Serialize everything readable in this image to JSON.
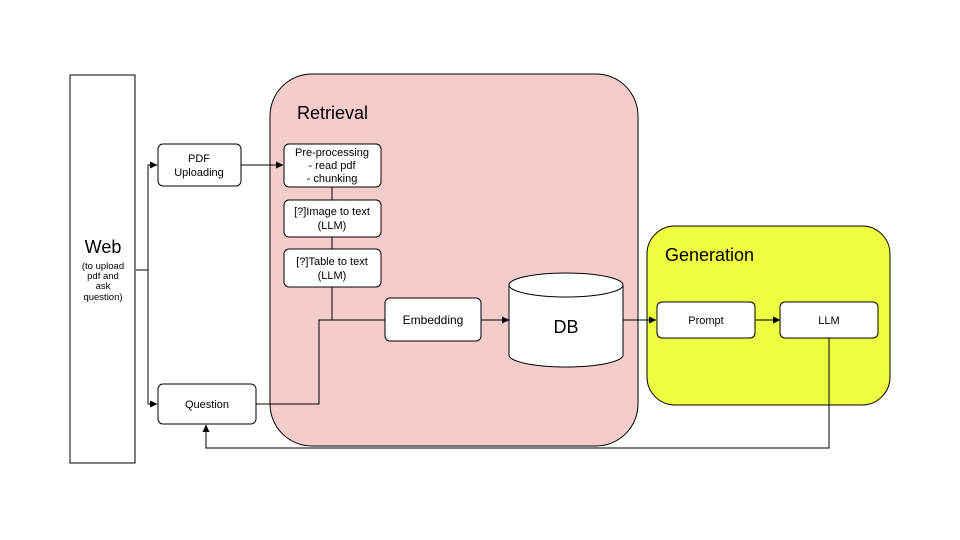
{
  "groups": {
    "retrieval": {
      "label": "Retrieval",
      "color": "#f4cccc"
    },
    "generation": {
      "label": "Generation",
      "color": "#eeff41"
    }
  },
  "nodes": {
    "web": {
      "title": "Web",
      "subtitle": [
        "(to upload",
        "pdf and",
        "ask",
        "question)"
      ]
    },
    "pdf_uploading": {
      "lines": [
        "PDF",
        "Uploading"
      ]
    },
    "question": {
      "lines": [
        "Question"
      ]
    },
    "preprocessing": {
      "lines": [
        "Pre-processing",
        "- read pdf",
        "- chunking"
      ]
    },
    "image_to_text": {
      "lines": [
        "[?]Image to text",
        "(LLM)"
      ]
    },
    "table_to_text": {
      "lines": [
        "[?]Table to text",
        "(LLM)"
      ]
    },
    "embedding": {
      "lines": [
        "Embedding"
      ]
    },
    "db": {
      "label": "DB"
    },
    "prompt": {
      "lines": [
        "Prompt"
      ]
    },
    "llm": {
      "lines": [
        "LLM"
      ]
    }
  },
  "edges": [
    {
      "from": "web",
      "to": "pdf_uploading"
    },
    {
      "from": "web",
      "to": "question"
    },
    {
      "from": "pdf_uploading",
      "to": "preprocessing"
    },
    {
      "from": "preprocessing",
      "to": "image_to_text"
    },
    {
      "from": "image_to_text",
      "to": "table_to_text"
    },
    {
      "from": "table_to_text",
      "to": "embedding"
    },
    {
      "from": "question",
      "to": "embedding"
    },
    {
      "from": "embedding",
      "to": "db"
    },
    {
      "from": "db",
      "to": "prompt"
    },
    {
      "from": "prompt",
      "to": "llm"
    },
    {
      "from": "llm",
      "to": "question"
    }
  ]
}
